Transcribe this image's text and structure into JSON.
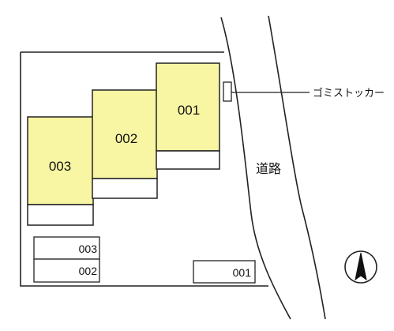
{
  "units": {
    "unit_001": "001",
    "unit_002": "002",
    "unit_003": "003"
  },
  "parking": {
    "slot_003": "003",
    "slot_002": "002",
    "slot_001": "001"
  },
  "road": {
    "label": "道路"
  },
  "garbage": {
    "label": "ゴミストッカー"
  },
  "colors": {
    "building_fill": "#f9f6a3",
    "stroke": "#222222",
    "background": "#ffffff"
  },
  "icons": {
    "compass": "north-arrow-icon"
  }
}
